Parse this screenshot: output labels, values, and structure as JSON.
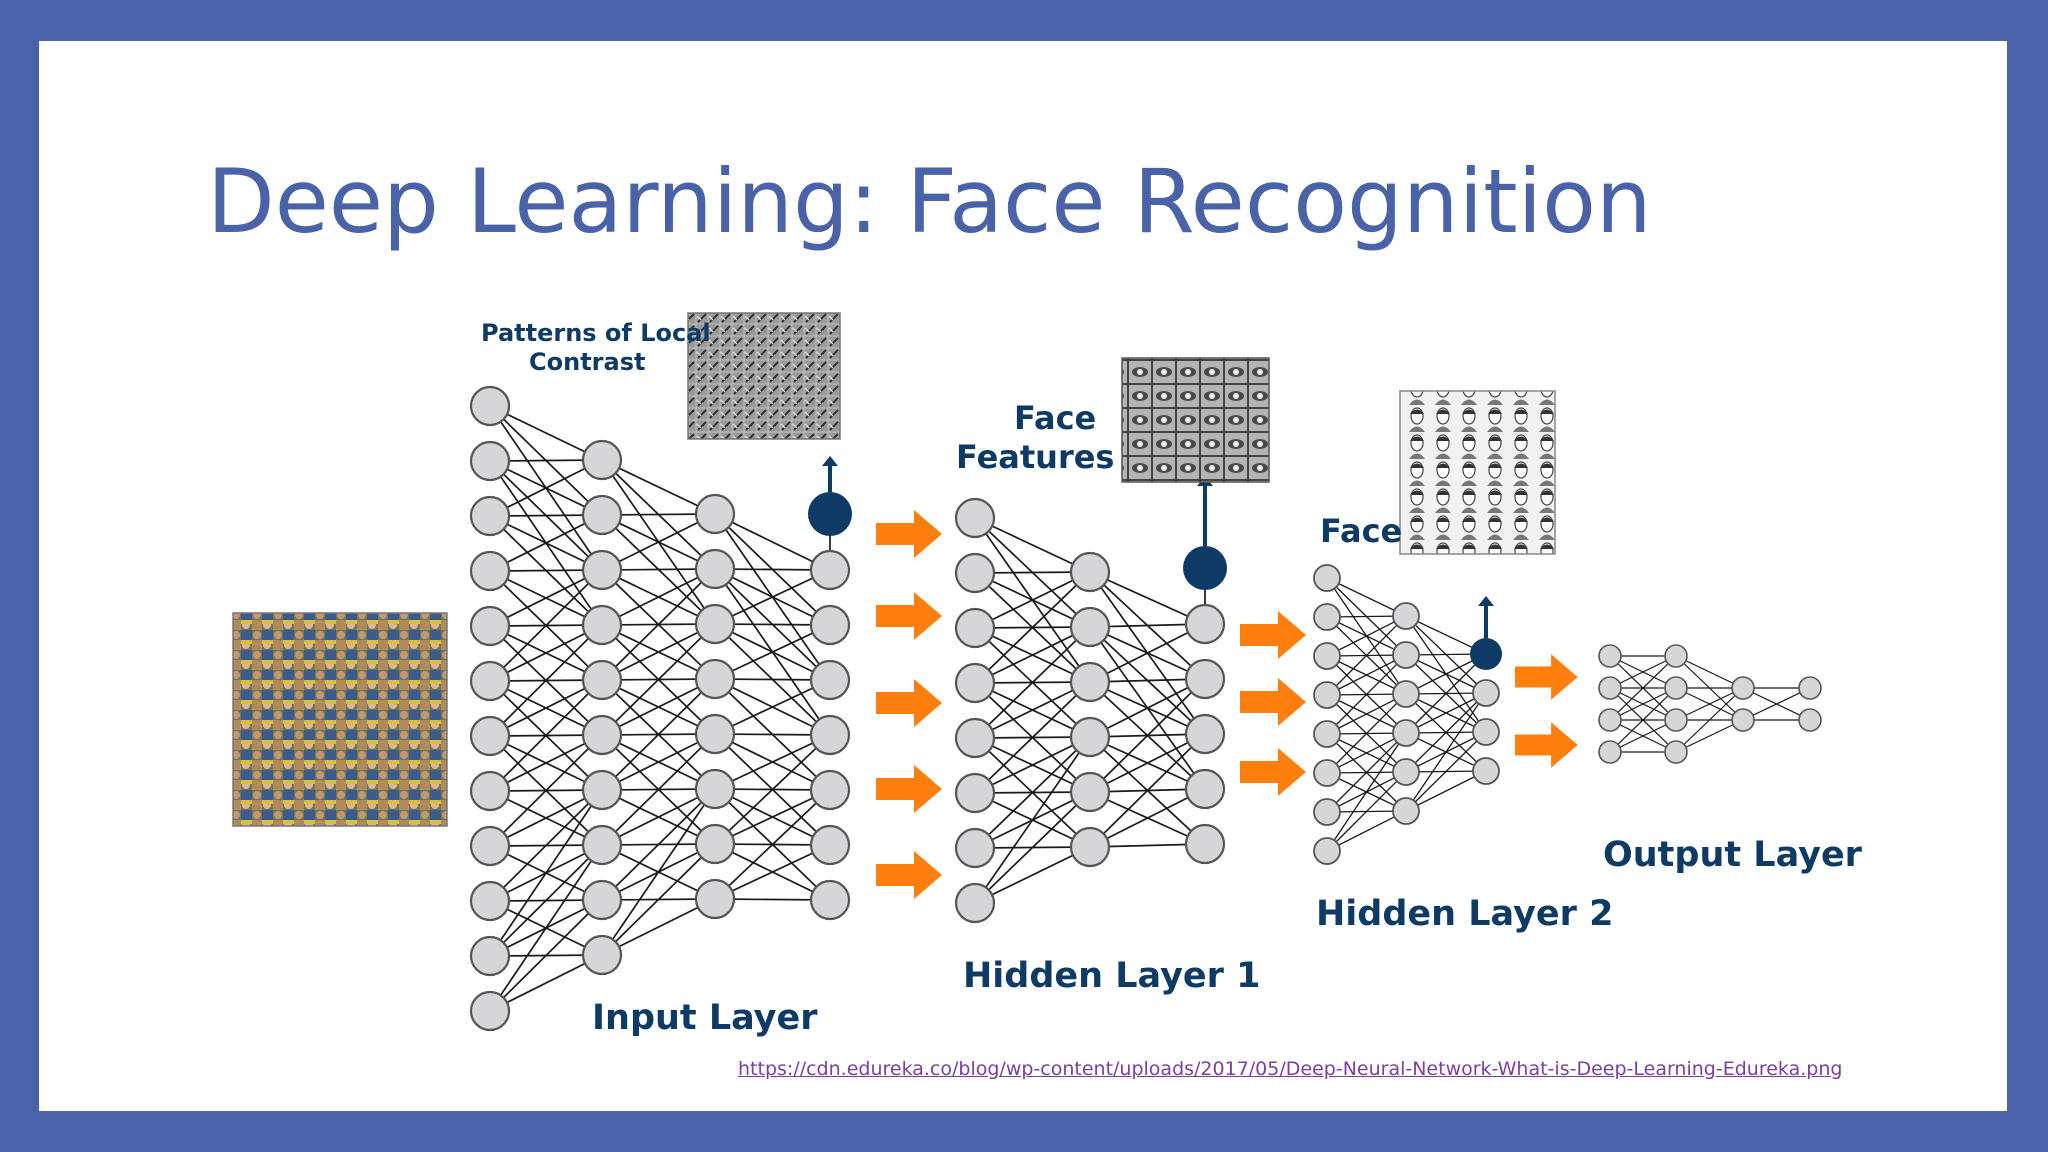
{
  "slide": {
    "title": "Deep Learning: Face Recognition",
    "source_url": "https://cdn.edureka.co/blog/wp-content/uploads/2017/05/Deep-Neural-Network-What-is-Deep-Learning-Edureka.png"
  },
  "diagram": {
    "labels": {
      "patterns": "Patterns of Local",
      "patterns2": "Contrast",
      "face_features": "Face",
      "face_features2": "Features",
      "face": "Face",
      "input_layer": "Input Layer",
      "hidden_layer_1": "Hidden Layer 1",
      "hidden_layer_2": "Hidden Layer 2",
      "output_layer": "Output Layer"
    },
    "colors": {
      "node_fill": "#d6d6d9",
      "node_stroke": "#555555",
      "active_node": "#0d3b66",
      "arrow": "#ff7f0e",
      "label": "#0d3b66",
      "title": "#4a63a8"
    },
    "images": [
      "face-photo-grid",
      "local-contrast-filters",
      "face-feature-patches",
      "face-sketch-grid"
    ]
  }
}
